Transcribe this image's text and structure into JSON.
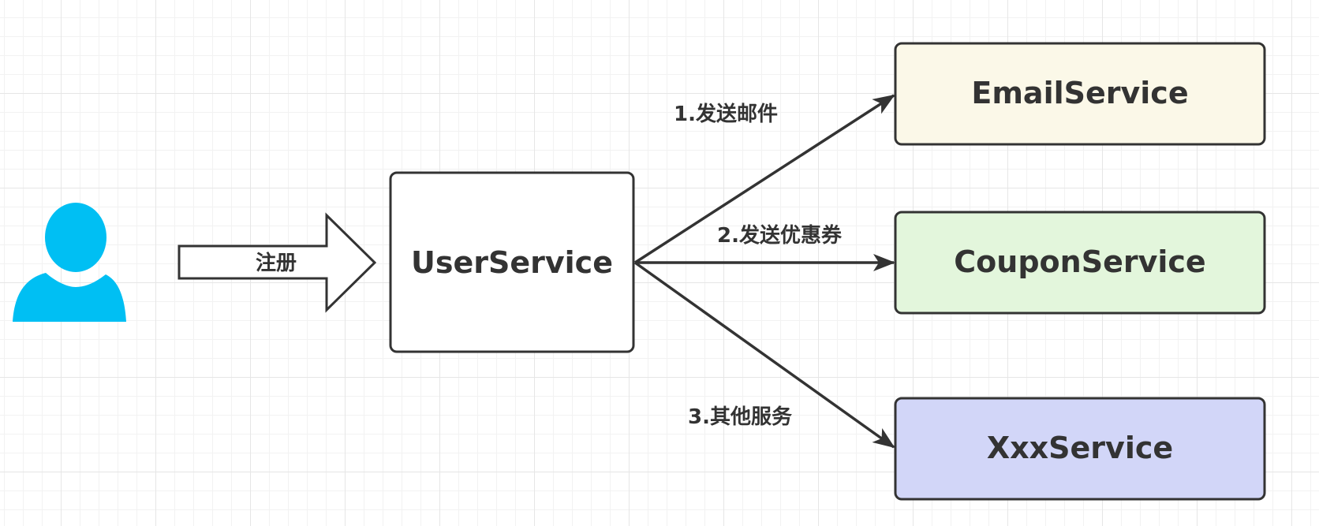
{
  "diagram": {
    "actor": {
      "icon": "user-icon",
      "color": "#00BFF3"
    },
    "register_arrow": {
      "label": "注册"
    },
    "user_service": {
      "label": "UserService",
      "fill": "#FFFFFF"
    },
    "email_service": {
      "label": "EmailService",
      "fill": "#FBF8E8"
    },
    "coupon_service": {
      "label": "CouponService",
      "fill": "#E3F6DC"
    },
    "xxx_service": {
      "label": "XxxService",
      "fill": "#D2D6F8"
    },
    "edges": {
      "email": {
        "label": "1.发送邮件"
      },
      "coupon": {
        "label": "2.发送优惠券"
      },
      "other": {
        "label": "3.其他服务"
      }
    }
  }
}
